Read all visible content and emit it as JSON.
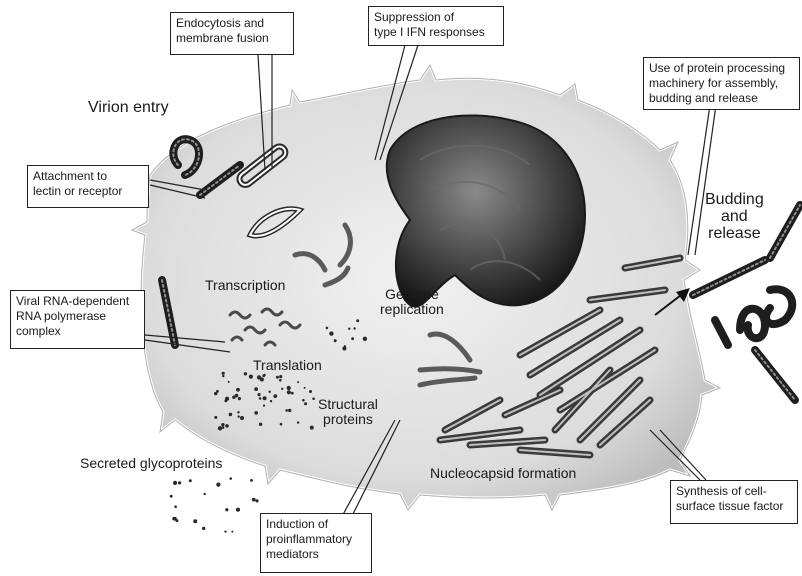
{
  "labels": {
    "virion_entry": "Virion entry",
    "budding_release": "Budding\nand\nrelease",
    "transcription": "Transcription",
    "genome_replication": "Genome\nreplication",
    "translation": "Translation",
    "structural_proteins": "Structural\nproteins",
    "secreted_glycoproteins": "Secreted glycoproteins",
    "nucleocapsid_formation": "Nucleocapsid formation"
  },
  "callouts": {
    "endocytosis": "Endocytosis and\nmembrane fusion",
    "suppression": "Suppression of\ntype I IFN responses",
    "protein_processing": "Use of protein processing\nmachinery for assembly,\nbudding and release",
    "attachment": "Attachment to\nlectin or receptor",
    "polymerase": "Viral RNA-dependent\nRNA polymerase\ncomplex",
    "tissue_factor": "Synthesis of cell-\nsurface tissue factor",
    "proinflammatory": "Induction of\nproinflammatory\nmediators"
  }
}
